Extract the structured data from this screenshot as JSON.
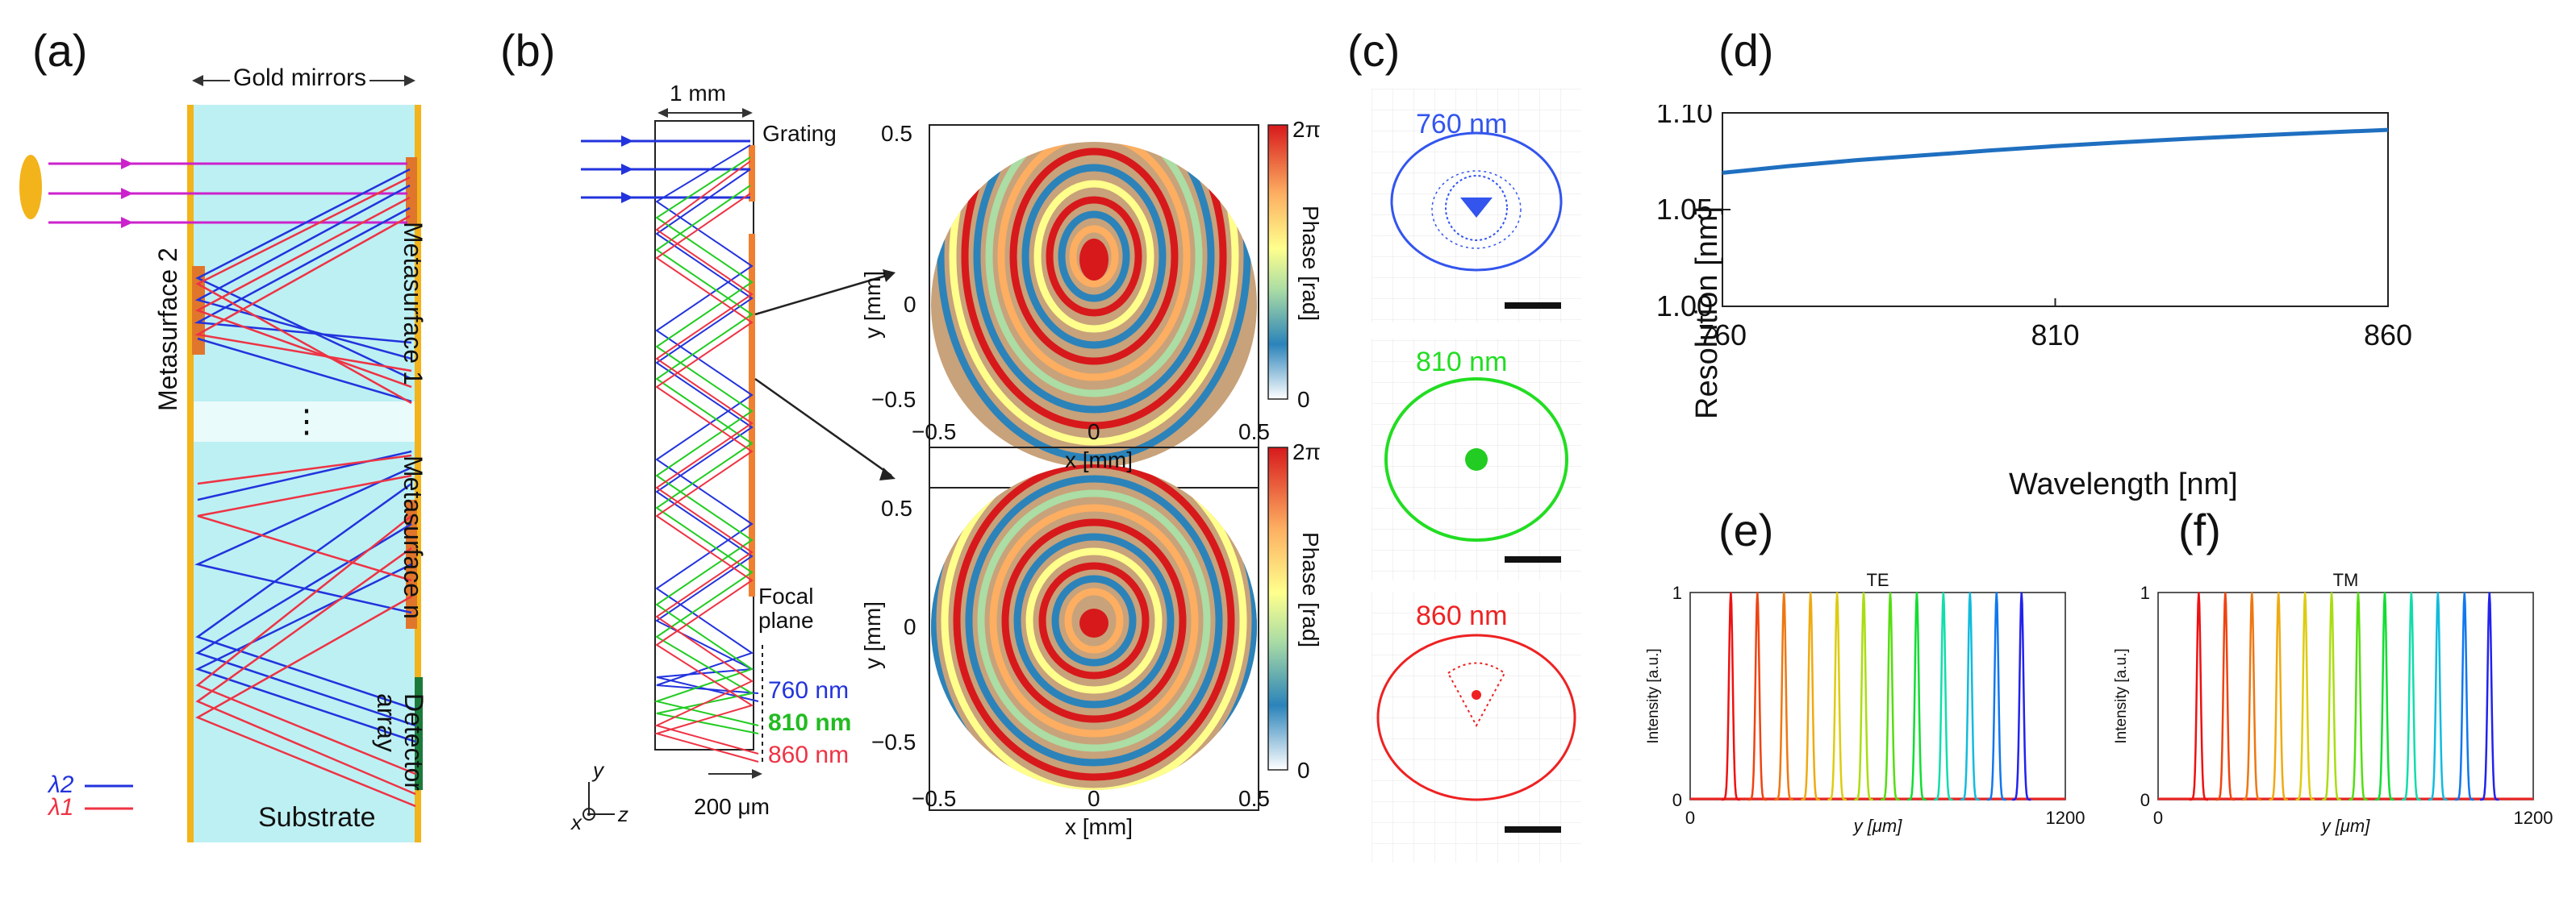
{
  "panel_labels": {
    "a": "(a)",
    "b": "(b)",
    "c": "(c)",
    "d": "(d)",
    "e": "(e)",
    "f": "(f)"
  },
  "panel_a": {
    "gold_mirrors": "Gold mirrors",
    "metasurface_1": "Metasurface 1",
    "metasurface_2": "Metasurface 2",
    "metasurface_n": "Metasurface n",
    "detector_array": "Detector array",
    "substrate": "Substrate",
    "dots": "⋮",
    "lambda_2": "λ2",
    "lambda_1": "λ1",
    "colors": {
      "substrate": "#bdf0f3",
      "mirror": "#f3b31a",
      "input": "#cc22cc",
      "lambda2": "#2233dd",
      "lambda1": "#ee3344",
      "detector": "#1b7a3a"
    }
  },
  "panel_b": {
    "scale_1mm": "1 mm",
    "grating": "Grating",
    "focal_plane": "Focal plane",
    "wl_760": "760 nm",
    "wl_810": "810 nm",
    "wl_860": "860 nm",
    "scale_200um": "200 μm",
    "axis_x": "x",
    "axis_y": "y",
    "axis_z": "z",
    "phase_maps": {
      "xlabel": "x [mm]",
      "ylabel": "y [mm]",
      "xticks": [
        "−0.5",
        "0",
        "0.5"
      ],
      "yticks": [
        "0.5",
        "0",
        "−0.5"
      ],
      "colorbar_label": "Phase [rad]",
      "colorbar_top": "2π",
      "colorbar_bottom": "0",
      "colorbar_colors": [
        "#d7191c",
        "#fdae61",
        "#ffff8c",
        "#abdda4",
        "#2b83ba",
        "#ffffff"
      ]
    }
  },
  "panel_c": {
    "items": [
      {
        "label": "760 nm",
        "color": "#3355ee"
      },
      {
        "label": "810 nm",
        "color": "#22dd22"
      },
      {
        "label": "860 nm",
        "color": "#ee2222"
      }
    ]
  },
  "panel_d": {
    "ylabel": "Resolution [nm]",
    "xlabel": "Wavelength [nm]",
    "xticks": [
      "760",
      "810",
      "860"
    ],
    "yticks": [
      "1.10",
      "1.05",
      "1.00"
    ]
  },
  "panel_e": {
    "title": "TE",
    "ylabel": "Intensity [a.u.]",
    "xlabel": "y [μm]",
    "xticks": [
      "0",
      "1200"
    ],
    "yticks": [
      "1",
      "0"
    ]
  },
  "panel_f": {
    "title": "TM",
    "ylabel": "Intensity [a.u.]",
    "xlabel": "y [μm]",
    "xticks": [
      "0",
      "1200"
    ],
    "yticks": [
      "1",
      "0"
    ]
  },
  "chart_data": [
    {
      "type": "line",
      "panel": "d",
      "xlabel": "Wavelength [nm]",
      "ylabel": "Resolution [nm]",
      "xlim": [
        760,
        860
      ],
      "ylim": [
        1.0,
        1.1
      ],
      "x": [
        760,
        770,
        780,
        790,
        800,
        810,
        820,
        830,
        840,
        850,
        860
      ],
      "series": [
        {
          "color": "#1f6fc0",
          "values": [
            1.069,
            1.0725,
            1.0755,
            1.078,
            1.0805,
            1.0828,
            1.0848,
            1.0866,
            1.0883,
            1.0898,
            1.0912
          ]
        }
      ]
    },
    {
      "type": "line",
      "panel": "e",
      "title": "TE",
      "xlabel": "y [μm]",
      "ylabel": "Intensity [a.u.]",
      "xlim": [
        0,
        1200
      ],
      "ylim": [
        0,
        1
      ],
      "peak_positions": [
        130,
        215,
        300,
        385,
        470,
        555,
        640,
        725,
        810,
        895,
        980,
        1060
      ],
      "peak_colors": [
        "#ee1111",
        "#ee4411",
        "#ee7711",
        "#eeaa11",
        "#ddcc11",
        "#aadd11",
        "#55dd11",
        "#11dd33",
        "#11ddaa",
        "#11bbdd",
        "#1177ee",
        "#2222ee"
      ]
    },
    {
      "type": "line",
      "panel": "f",
      "title": "TM",
      "xlabel": "y [μm]",
      "ylabel": "Intensity [a.u.]",
      "xlim": [
        0,
        1200
      ],
      "ylim": [
        0,
        1
      ],
      "peak_positions": [
        130,
        215,
        300,
        385,
        470,
        555,
        640,
        725,
        810,
        895,
        980,
        1060
      ],
      "peak_colors": [
        "#ee1111",
        "#ee4411",
        "#ee7711",
        "#eeaa11",
        "#ddcc11",
        "#aadd11",
        "#55dd11",
        "#11dd33",
        "#11ddaa",
        "#11bbdd",
        "#1177ee",
        "#2222ee"
      ]
    }
  ]
}
